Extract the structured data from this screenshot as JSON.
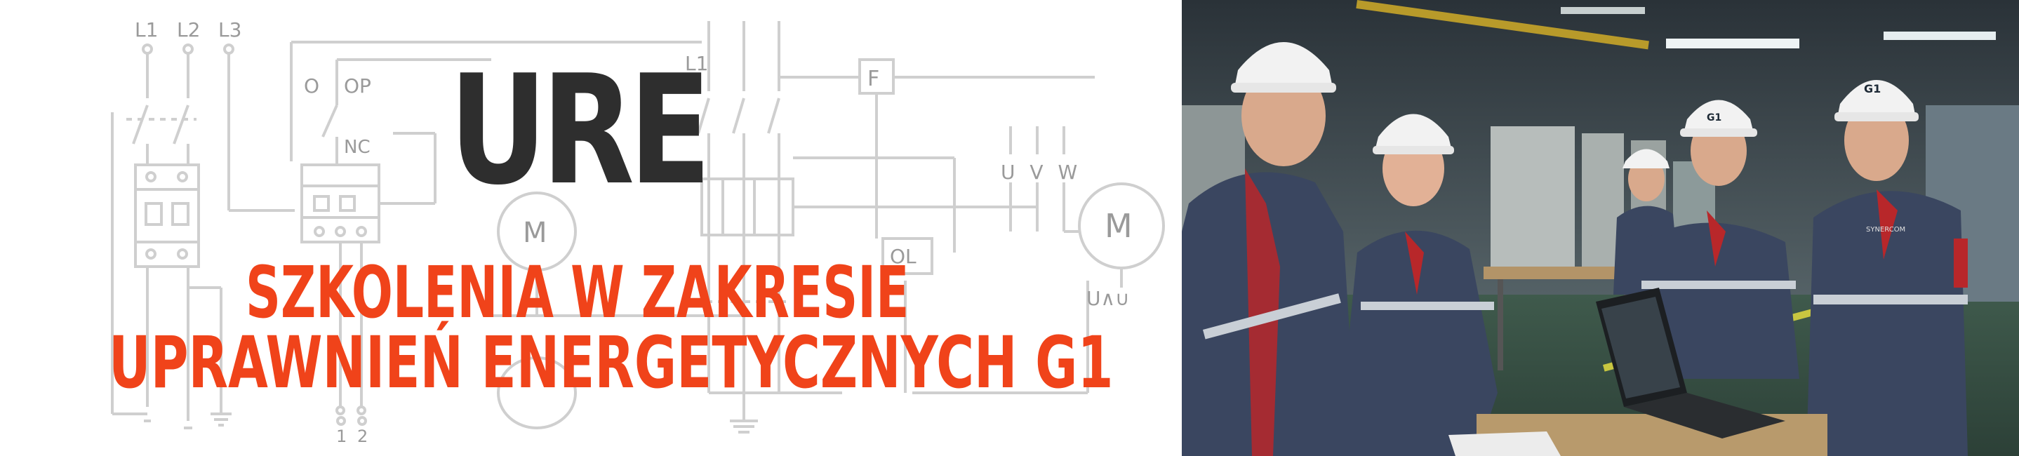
{
  "banner": {
    "title": "URE",
    "subtitle_line1": "SZKOLENIA W ZAKRESIE",
    "subtitle_line2": "UPRAWNIEŃ ENERGETYCZNYCH G1"
  },
  "schematic": {
    "phase_labels": [
      "L1",
      "L2",
      "L3"
    ],
    "switch_labels": [
      "O",
      "OP",
      "NC"
    ],
    "contactor_label": "L1",
    "fuse_label": "F",
    "overload_label": "OL",
    "motor_terminals": "U V W",
    "motor_symbol": "M",
    "motor_symbol_small": "M",
    "motor_ac_label": "U∧∪",
    "bottom_terminals": [
      "1",
      "2"
    ]
  },
  "photo": {
    "helmet_marking": "G1",
    "uniform_marking": "SYNERCOM"
  },
  "colors": {
    "title": "#2e2e2e",
    "subtitle": "#f0431a",
    "schematic_lines": "#cfcfcf",
    "uniform": "#3a4660",
    "helmet": "#f2f2f2"
  }
}
